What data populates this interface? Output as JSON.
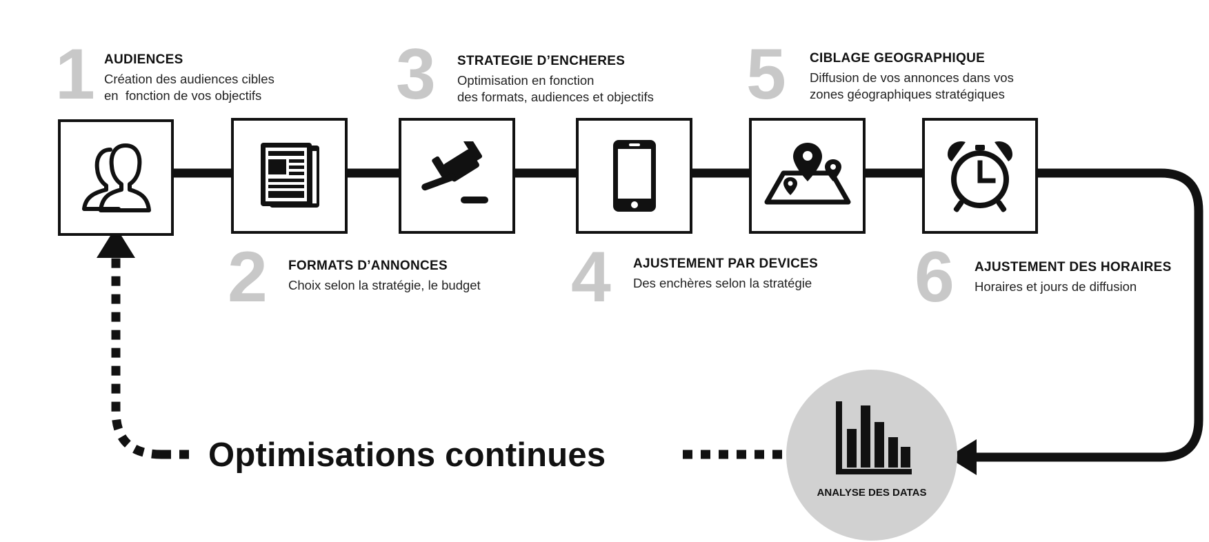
{
  "steps": [
    {
      "number": "1",
      "title": "AUDIENCES",
      "description": "Création des audiences cibles\nen  fonction de vos objectifs",
      "icon": "audience-users-icon"
    },
    {
      "number": "2",
      "title": "FORMATS D’ANNONCES",
      "description": "Choix selon la stratégie, le budget",
      "icon": "newspaper-icon"
    },
    {
      "number": "3",
      "title": "STRATEGIE D’ENCHERES",
      "description": "Optimisation en fonction\ndes formats, audiences et objectifs",
      "icon": "auction-gavel-icon"
    },
    {
      "number": "4",
      "title": "AJUSTEMENT PAR DEVICES",
      "description": "Des enchères selon la stratégie",
      "icon": "smartphone-icon"
    },
    {
      "number": "5",
      "title": "CIBLAGE GEOGRAPHIQUE",
      "description": "Diffusion de vos annonces dans vos\nzones géographiques stratégiques",
      "icon": "map-pins-icon"
    },
    {
      "number": "6",
      "title": "AJUSTEMENT DES HORAIRES",
      "description": "Horaires et jours de diffusion",
      "icon": "alarm-clock-icon"
    }
  ],
  "analysis": {
    "label": "ANALYSE DES DATAS",
    "icon": "bar-chart-icon"
  },
  "loop": {
    "label": "Optimisations continues"
  },
  "colors": {
    "number_gray": "#c8c8c8",
    "line": "#111111",
    "circle": "#d1d1d1",
    "background": "#ffffff"
  }
}
